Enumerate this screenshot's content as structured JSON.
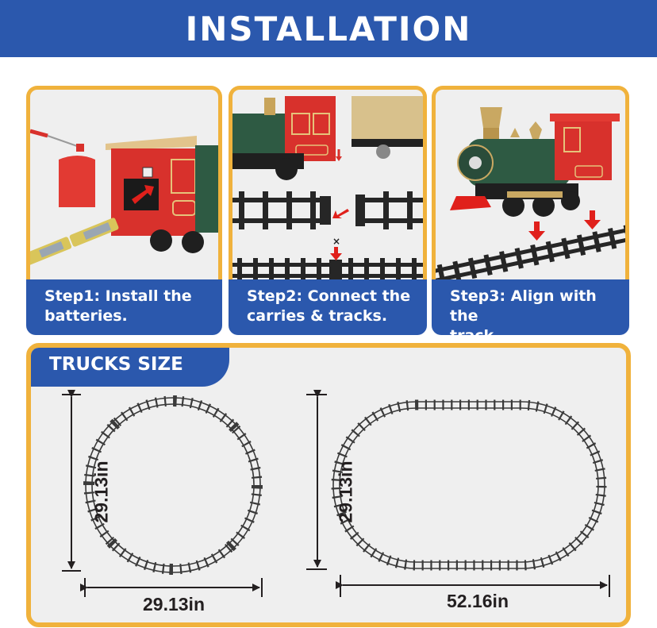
{
  "banner": {
    "title": "INSTALLATION"
  },
  "steps": [
    {
      "caption_line1": "Step1: Install the",
      "caption_line2": "batteries.",
      "image": "battery-compartment-illustration"
    },
    {
      "caption_line1": "Step2: Connect the",
      "caption_line2": "carries & tracks.",
      "image": "connect-cars-and-tracks-illustration"
    },
    {
      "caption_line1": "Step3: Align with the",
      "caption_line2": "track.",
      "image": "locomotive-on-track-illustration"
    }
  ],
  "trucks_size": {
    "title": "TRUCKS SIZE",
    "circle": {
      "height": "29.13in",
      "width": "29.13in"
    },
    "oval": {
      "height": "29.13in",
      "width": "52.16in"
    }
  },
  "colors": {
    "blue": "#2b58ad",
    "gold": "#f0b23c",
    "panel_bg": "#efefef",
    "track": "#3a3a3a",
    "train_red": "#d8312c",
    "train_green": "#2e5a43"
  }
}
